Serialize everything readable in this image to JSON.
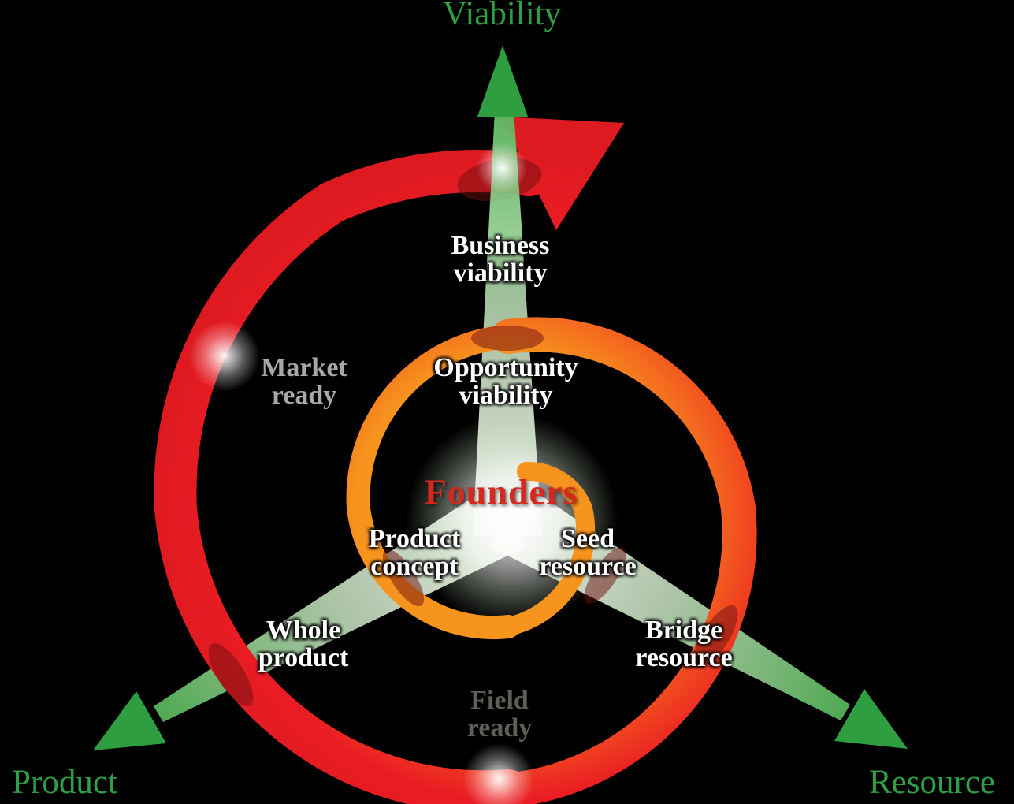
{
  "axes": {
    "viability": "Viability",
    "product": "Product",
    "resource": "Resource"
  },
  "center": {
    "founders": "Founders"
  },
  "labels": {
    "business_viability": {
      "line1": "Business",
      "line2": "viability"
    },
    "opportunity_viability": {
      "line1": "Opportunity",
      "line2": "viability"
    },
    "market_ready": {
      "line1": "Market",
      "line2": "ready"
    },
    "product_concept": {
      "line1": "Product",
      "line2": "concept"
    },
    "seed_resource": {
      "line1": "Seed",
      "line2": "resource"
    },
    "whole_product": {
      "line1": "Whole",
      "line2": "product"
    },
    "bridge_resource": {
      "line1": "Bridge",
      "line2": "resource"
    },
    "field_ready": {
      "line1": "Field",
      "line2": "ready"
    }
  },
  "colors": {
    "background": "#000000",
    "axis_green": "#2f9e44",
    "arrow_green": "#2e9e41",
    "beam_pale": "#f2f8ee",
    "beam_mid": "#cfe8c8",
    "beam_green": "#55b257",
    "spiral_orange": "#f7941e",
    "spiral_orange_red": "#f2571f",
    "spiral_red": "#ea1c23",
    "spiral_red_deep": "#dc1a20",
    "founders_red": "#d5281f",
    "market_ready_gray": "#a8a8a8",
    "field_ready_gray": "#5d6054",
    "label_white": "#ffffff",
    "glow_white": "#ffffff",
    "glow_fade": "#bfe0b4",
    "shadow_maroon": "#6e1010"
  }
}
